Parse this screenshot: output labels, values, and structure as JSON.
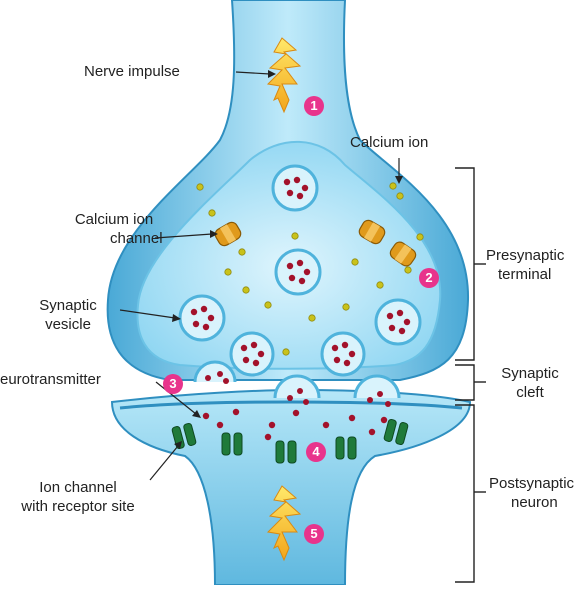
{
  "labels": {
    "nerve_impulse": "Nerve impulse",
    "calcium_ion": "Calcium ion",
    "calcium_channel_line1": "Calcium ion",
    "calcium_channel_line2": "channel",
    "synaptic_vesicle_line1": "Synaptic",
    "synaptic_vesicle_line2": "vesicle",
    "neurotransmitter": "eurotransmitter",
    "ion_channel_line1": "Ion channel",
    "ion_channel_line2": "with receptor site",
    "presynaptic_line1": "Presynaptic",
    "presynaptic_line2": "terminal",
    "cleft_line1": "Synaptic",
    "cleft_line2": "cleft",
    "postsynaptic_line1": "Postsynaptic",
    "postsynaptic_line2": "neuron"
  },
  "steps": [
    "1",
    "2",
    "3",
    "4",
    "5"
  ],
  "colors": {
    "membrane": "#4fb3dc",
    "cytoplasm": "#8fd6f2",
    "vesicle": "#d9f3fc",
    "neurotransmitter": "#a3122b",
    "calcium_ion": "#c9c21a",
    "calcium_channel": "#e09a1c",
    "receptor_channel": "#1f7a3a",
    "badge": "#e8348c"
  }
}
